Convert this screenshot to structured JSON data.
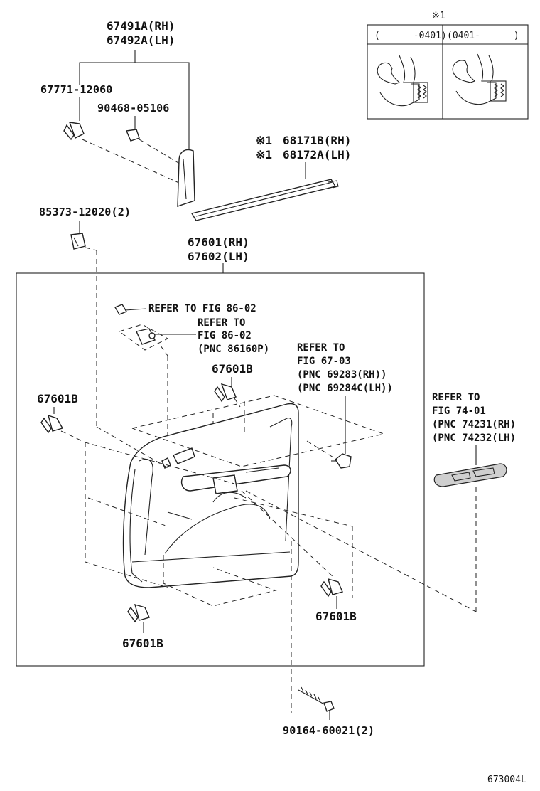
{
  "labels": {
    "garnish_rh": "67491A(RH)",
    "garnish_lh": "67492A(LH)",
    "clip_a": "67771-12060",
    "clip_b": "90468-05106",
    "weatherstrip_rh": "68171B(RH)",
    "weatherstrip_lh": "68172A(LH)",
    "asterisk_mark": "※1",
    "bracket_clip": "85373-12020(2)",
    "trim_panel_rh": "67601(RH)",
    "trim_panel_lh": "67602(LH)",
    "refer_8602_a": "REFER TO FIG 86-02",
    "refer_8602_b_l1": "REFER TO",
    "refer_8602_b_l2": "FIG 86-02",
    "refer_8602_b_l3": "(PNC 86160P)",
    "refer_6703_l1": "REFER TO",
    "refer_6703_l2": "FIG 67-03",
    "refer_6703_l3": "(PNC 69283(RH))",
    "refer_6703_l4": "(PNC 69284C(LH))",
    "refer_7401_l1": "REFER TO",
    "refer_7401_l2": "FIG 74-01",
    "refer_7401_l3": "(PNC 74231(RH)",
    "refer_7401_l4": "(PNC 74232(LH)",
    "clip_67601b_top": "67601B",
    "clip_67601b_left": "67601B",
    "clip_67601b_bottom": "67601B",
    "clip_67601b_right": "67601B",
    "screw": "90164-60021(2)",
    "figure_id": "673004L"
  },
  "inset": {
    "title": "※1",
    "col_left": "(      -0401)",
    "col_right": "(0401-      )"
  }
}
